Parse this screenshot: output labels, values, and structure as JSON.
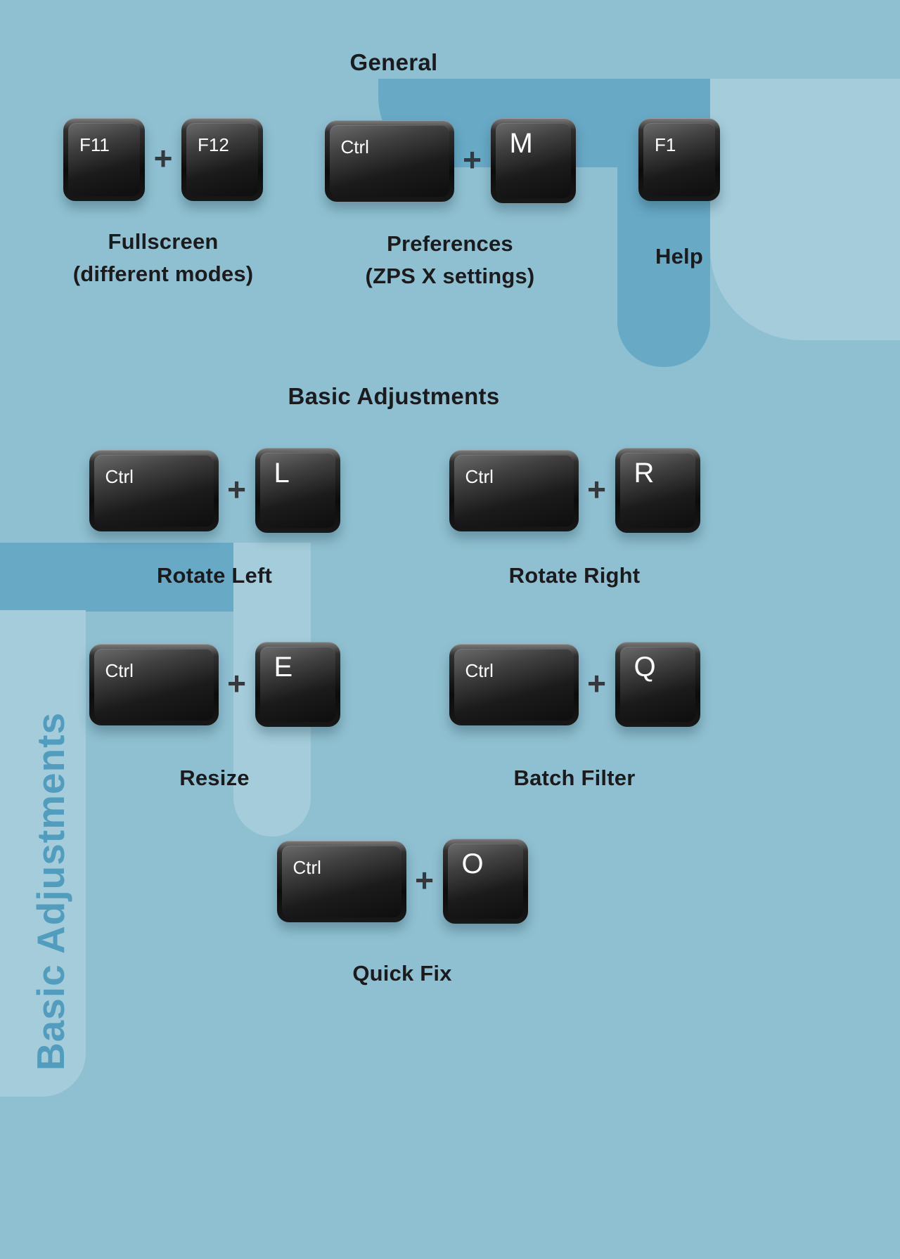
{
  "headings": {
    "general": "General",
    "basic": "Basic Adjustments"
  },
  "watermark": {
    "text": "Basic Adjustments"
  },
  "shortcuts": {
    "fullscreen": {
      "key1": "F11",
      "plus": "+",
      "key2": "F12",
      "line1": "Fullscreen",
      "line2": "(different modes)"
    },
    "preferences": {
      "key1": "Ctrl",
      "plus": "+",
      "key2": "M",
      "line1": "Preferences",
      "line2": "(ZPS X settings)"
    },
    "help": {
      "key1": "F1",
      "line1": "Help"
    },
    "rotate_left": {
      "key1": "Ctrl",
      "plus": "+",
      "key2": "L",
      "line1": "Rotate Left"
    },
    "rotate_right": {
      "key1": "Ctrl",
      "plus": "+",
      "key2": "R",
      "line1": "Rotate Right"
    },
    "resize": {
      "key1": "Ctrl",
      "plus": "+",
      "key2": "E",
      "line1": "Resize"
    },
    "batch_filter": {
      "key1": "Ctrl",
      "plus": "+",
      "key2": "Q",
      "line1": "Batch Filter"
    },
    "quick_fix": {
      "key1": "Ctrl",
      "plus": "+",
      "key2": "O",
      "line1": "Quick Fix"
    }
  },
  "colors": {
    "background": "#8FC0D1",
    "shape_dark": "#68A9C6",
    "shape_light": "#A4CCDA",
    "heading_text": "#1B1B1D",
    "caption_text": "#1B1B1D",
    "watermark_text": "#3E92B8",
    "key_label": "#FFFFFF",
    "plus_sign": "#34393E"
  }
}
